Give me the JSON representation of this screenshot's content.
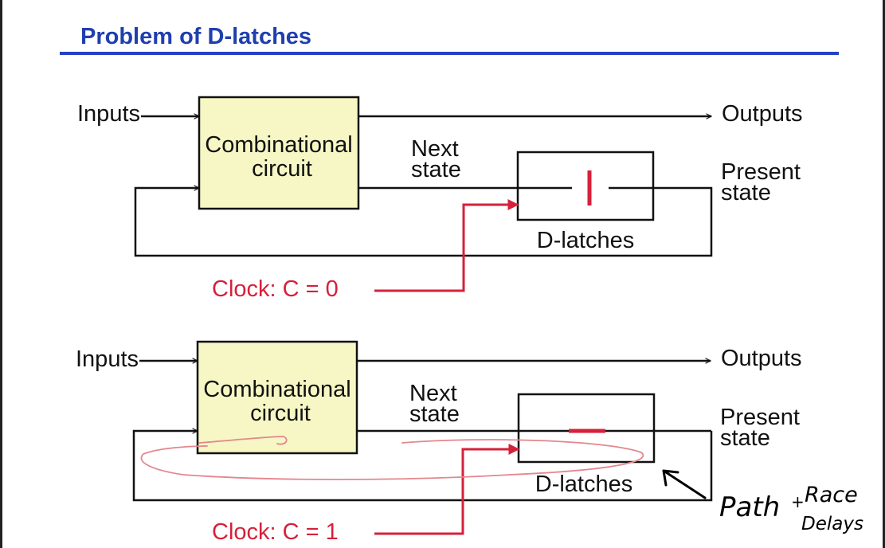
{
  "slide": {
    "title": "Problem of D-latches"
  },
  "diagrams": [
    {
      "inputs_label": "Inputs",
      "outputs_label": "Outputs",
      "block_line1": "Combinational",
      "block_line2": "circuit",
      "next_line1": "Next",
      "next_line2": "state",
      "present_line1": "Present",
      "present_line2": "state",
      "latch_label": "D-latches",
      "clock_label": "Clock: C = 0"
    },
    {
      "inputs_label": "Inputs",
      "outputs_label": "Outputs",
      "block_line1": "Combinational",
      "block_line2": "circuit",
      "next_line1": "Next",
      "next_line2": "state",
      "present_line1": "Present",
      "present_line2": "state",
      "latch_label": "D-latches",
      "clock_label": "Clock: C = 1"
    }
  ],
  "annotation": {
    "word1": "Path",
    "word2": "Race",
    "word3": "Delays"
  },
  "colors": {
    "title": "#1f3fae",
    "block_fill": "#f6f7c4",
    "clock_red": "#d6203a",
    "wire": "#111111"
  }
}
